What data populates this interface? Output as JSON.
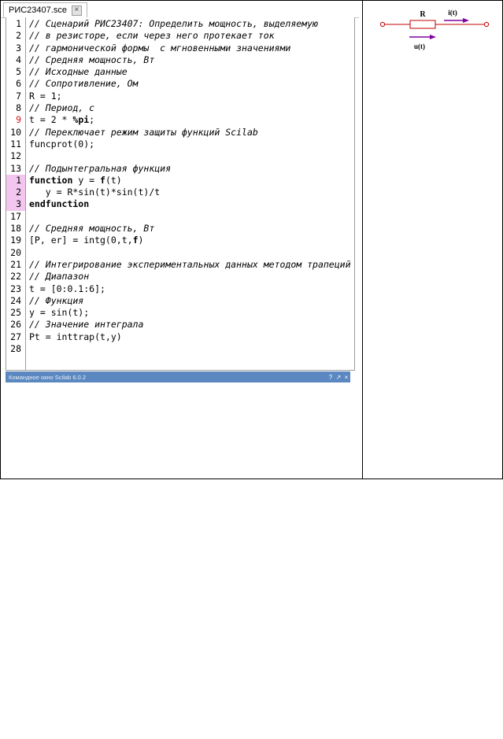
{
  "editor": {
    "tab_label": "РИС23407.sce",
    "tab_close": "×",
    "lines": [
      {
        "n": "1",
        "text": "// Сценарий РИС23407: Определить мощность, выделяемую",
        "kind": "comment"
      },
      {
        "n": "2",
        "text": "// в резисторе, если через него протекает ток",
        "kind": "comment"
      },
      {
        "n": "3",
        "text": "// гармонической формы  с мгновенными значениями",
        "kind": "comment"
      },
      {
        "n": "4",
        "text": "// Средняя мощность, Вт",
        "kind": "comment"
      },
      {
        "n": "5",
        "text": "// Исходные данные",
        "kind": "comment"
      },
      {
        "n": "6",
        "text": "// Сопротивление, Ом",
        "kind": "comment"
      },
      {
        "n": "7",
        "text": "R = 1;",
        "kind": "code"
      },
      {
        "n": "8",
        "text": "// Период, с",
        "kind": "comment"
      },
      {
        "n": "9",
        "text": "t = 2 * %pi;",
        "kind": "code",
        "red_number": true
      },
      {
        "n": "10",
        "text": "// Переключает режим защиты функций Scilab",
        "kind": "comment"
      },
      {
        "n": "11",
        "text": "funcprot(0);",
        "kind": "code"
      },
      {
        "n": "12",
        "text": "",
        "kind": "code"
      },
      {
        "n": "13",
        "text": "// Подынтегральная функция",
        "kind": "comment"
      },
      {
        "n": "1",
        "text": "function y = f(t)",
        "kind": "code",
        "highlight": true
      },
      {
        "n": "2",
        "text": "   y = R*sin(t)*sin(t)/t",
        "kind": "code",
        "highlight": true
      },
      {
        "n": "3",
        "text": "endfunction",
        "kind": "code",
        "highlight": true
      },
      {
        "n": "17",
        "text": "",
        "kind": "code"
      },
      {
        "n": "18",
        "text": "// Средняя мощность, Вт",
        "kind": "comment"
      },
      {
        "n": "19",
        "text": "[P, er] = intg(0,t,f)",
        "kind": "code"
      },
      {
        "n": "20",
        "text": "",
        "kind": "code"
      },
      {
        "n": "21",
        "text": "// Интегрирование экспериментальных данных методом трапеций",
        "kind": "comment"
      },
      {
        "n": "22",
        "text": "// Диапазон",
        "kind": "comment"
      },
      {
        "n": "23",
        "text": "t = [0:0.1:6];",
        "kind": "code"
      },
      {
        "n": "24",
        "text": "// Функция",
        "kind": "comment"
      },
      {
        "n": "25",
        "text": "y = sin(t);",
        "kind": "code"
      },
      {
        "n": "26",
        "text": "// Значение интеграла",
        "kind": "comment"
      },
      {
        "n": "27",
        "text": "Pt = inttrap(t,y)",
        "kind": "code"
      },
      {
        "n": "28",
        "text": "",
        "kind": "code"
      }
    ]
  },
  "console": {
    "title": "Командное окно Scilab 6.0.2",
    "btn_help": "?",
    "btn_undock": "↗",
    "btn_close": "×"
  },
  "circuit": {
    "resistor_label": "R",
    "current_label": "i(t)",
    "voltage_label": "u(t)",
    "wire_color": "#c00000",
    "arrow_color": "#8000a0"
  }
}
